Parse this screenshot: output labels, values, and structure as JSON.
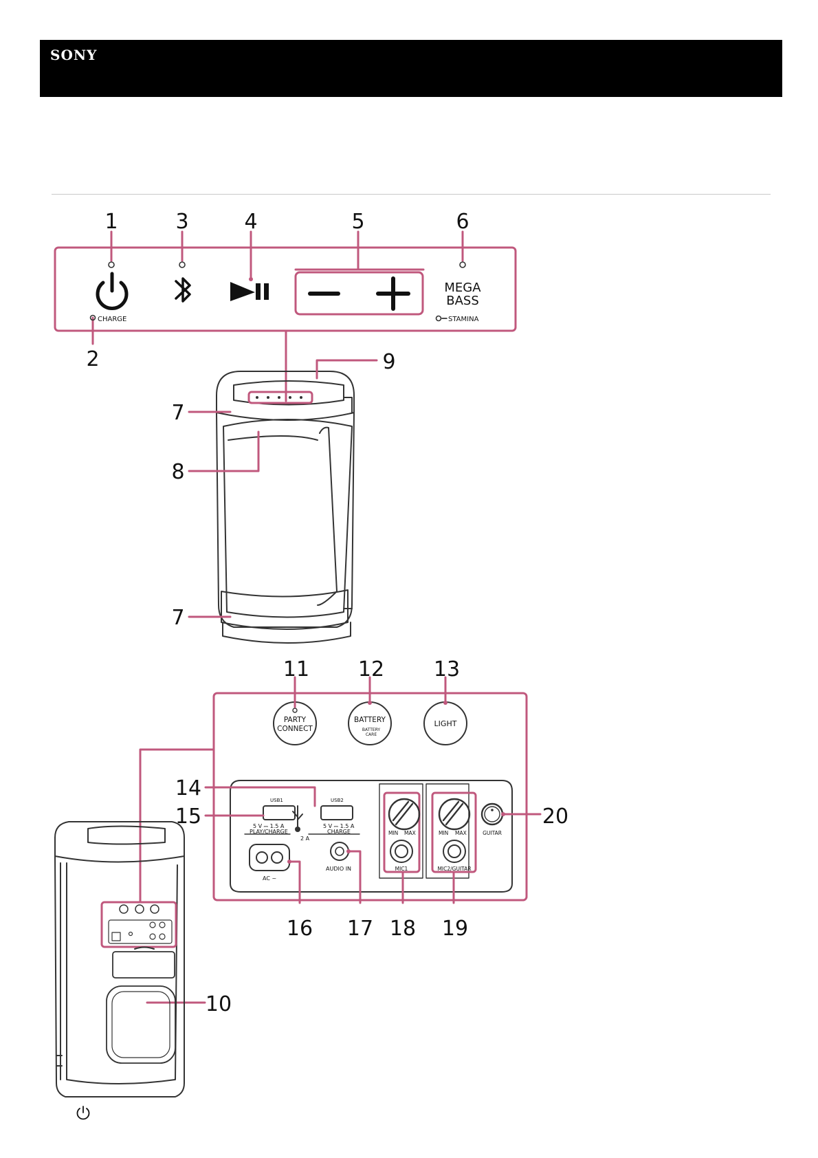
{
  "header": {
    "brand": "SONY"
  },
  "colors": {
    "callout": "#c0587d",
    "outline": "#333333",
    "header_bg": "#000000"
  },
  "callouts": {
    "n1": "1",
    "n2": "2",
    "n3": "3",
    "n4": "4",
    "n5": "5",
    "n6": "6",
    "n7": "7",
    "n8": "8",
    "n9": "9",
    "n10": "10",
    "n11": "11",
    "n12": "12",
    "n13": "13",
    "n14": "14",
    "n15": "15",
    "n16": "16",
    "n17": "17",
    "n18": "18",
    "n19": "19",
    "n20": "20"
  },
  "top_panel": {
    "charge": "CHARGE",
    "mega": "MEGA",
    "bass": "BASS",
    "stamina": "STAMINA",
    "icons": [
      "power-icon",
      "bluetooth-icon",
      "play-pause-icon",
      "minus-icon",
      "plus-icon"
    ]
  },
  "rear_panel": {
    "party": "PARTY",
    "connect": "CONNECT",
    "battery": "BATTERY",
    "battery_care_1": "BATTERY",
    "battery_care_2": "CARE",
    "light": "LIGHT",
    "usb1": "USB1",
    "usb2": "USB2",
    "usb1_spec": "5 V ⎓ 1.5 A",
    "usb2_spec": "5 V ⎓ 1.5 A",
    "play_charge": "PLAY/CHARGE",
    "charge": "CHARGE",
    "two_a": "2 A",
    "ac": "AC ~",
    "audio_in": "AUDIO IN",
    "min": "MIN",
    "max": "MAX",
    "mic1": "MIC1",
    "mic2_guitar": "MIC2/GUITAR",
    "guitar": "GUITAR"
  },
  "footer": {
    "icon": "power-icon"
  }
}
